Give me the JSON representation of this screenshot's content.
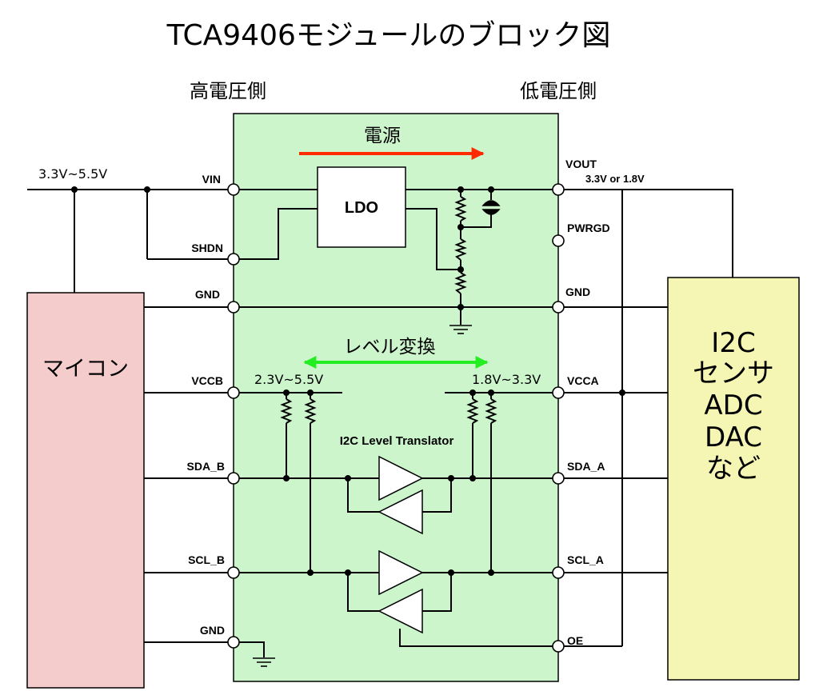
{
  "title": "TCA9406モジュールのブロック図",
  "side_labels": {
    "high": "高電圧側",
    "low": "低電圧側"
  },
  "power_label": "電源",
  "level_label": "レベル変換",
  "ldo_label": "LDO",
  "translator_label": "I2C Level Translator",
  "mcu_label": "マイコン",
  "sensor_lines": [
    "I2C",
    "センサ",
    "ADC",
    "DAC",
    "など"
  ],
  "input_voltage": "3.3V~5.5V",
  "output_voltage": "3.3V or 1.8V",
  "vccb_range": "2.3V~5.5V",
  "vcca_range": "1.8V~3.3V",
  "pins_left": [
    "VIN",
    "SHDN",
    "GND",
    "VCCB",
    "SDA_B",
    "SCL_B",
    "GND"
  ],
  "pins_right": [
    "VOUT",
    "PWRGD",
    "GND",
    "VCCA",
    "SDA_A",
    "SCL_A",
    "OE"
  ],
  "colors": {
    "module_bg": "#ccf5cc",
    "mcu_bg": "#f5cccc",
    "sensor_bg": "#f5f5b4",
    "power_arrow": "#ff2a00",
    "level_arrow": "#22ee22"
  }
}
